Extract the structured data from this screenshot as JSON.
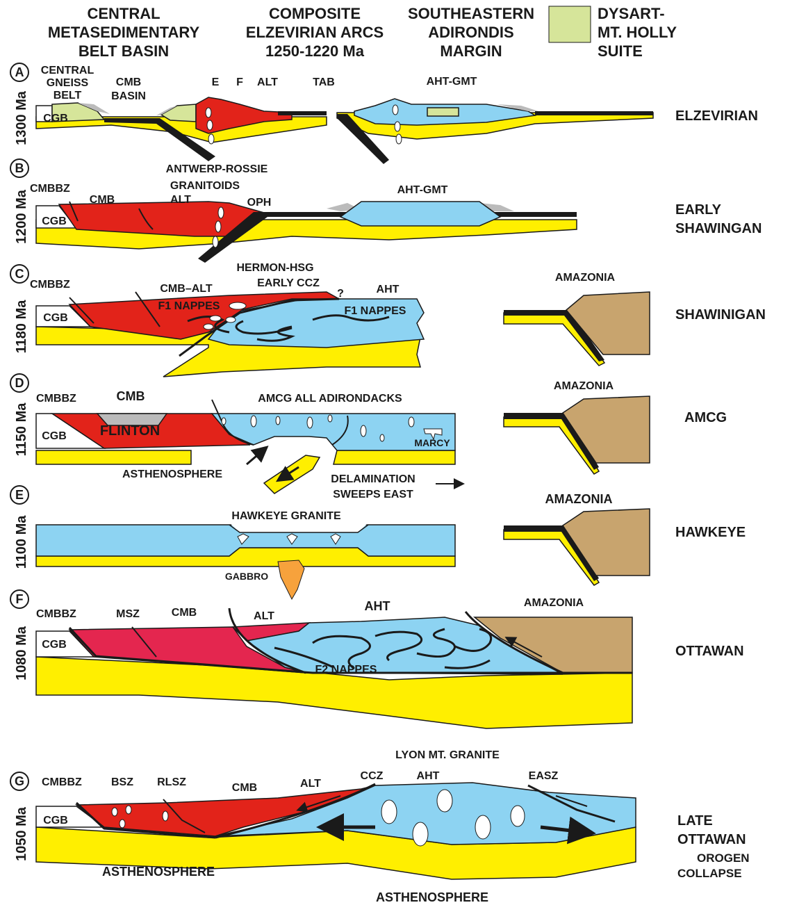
{
  "colors": {
    "crust": "#ffef00",
    "cmb": "#e2231a",
    "cmb_f": "#e4264f",
    "aht": "#8dd3f2",
    "dysart": "#d6e59a",
    "amazonia": "#c8a46e",
    "gabbro": "#f7a23c",
    "gray": "#bbbbbb",
    "line": "#1a1a1a"
  },
  "header": {
    "col1": [
      "CENTRAL",
      "METASEDIMENTARY",
      "BELT BASIN"
    ],
    "col2": [
      "COMPOSITE",
      "ELZEVIRIAN ARCS",
      "1250-1220 Ma"
    ],
    "col3": [
      "SOUTHEASTERN",
      "ADIRONDIS",
      "MARGIN"
    ],
    "legend": [
      "DYSART-",
      "MT. HOLLY",
      "SUITE"
    ]
  },
  "panels": [
    {
      "letter": "A",
      "age": "1300 Ma",
      "phase": [
        "ELZEVIRIAN"
      ],
      "labels": [
        "CENTRAL",
        "GNEISS",
        "BELT",
        "CMB",
        "BASIN",
        "E",
        "F",
        "ALT",
        "TAB",
        "AHT-GMT",
        "CGB"
      ]
    },
    {
      "letter": "B",
      "age": "1200 Ma",
      "phase": [
        "EARLY",
        "SHAWINGAN"
      ],
      "labels": [
        "CMBBZ",
        "ANTWERP-ROSSIE",
        "GRANITOIDS",
        "CMB",
        "ALT",
        "OPH",
        "AHT-GMT",
        "CGB"
      ]
    },
    {
      "letter": "C",
      "age": "1180 Ma",
      "phase": [
        "SHAWINIGAN"
      ],
      "labels": [
        "CMBBZ",
        "HERMON-HSG",
        "EARLY CCZ",
        "CMB–ALT",
        "?",
        "AHT",
        "F1 NAPPES",
        "F1 NAPPES",
        "CGB",
        "AMAZONIA"
      ]
    },
    {
      "letter": "D",
      "age": "1150 Ma",
      "phase": [
        "AMCG"
      ],
      "labels": [
        "CMBBZ",
        "CMB",
        "AMCG ALL ADIRONDACKS",
        "FLINTON",
        "CGB",
        "MARCY",
        "ASTHENOSPHERE",
        "DELAMINATION",
        "SWEEPS EAST",
        "AMAZONIA"
      ]
    },
    {
      "letter": "E",
      "age": "1100 Ma",
      "phase": [
        "HAWKEYE"
      ],
      "labels": [
        "AMAZONIA",
        "HAWKEYE GRANITE",
        "GABBRO"
      ]
    },
    {
      "letter": "F",
      "age": "1080 Ma",
      "phase": [
        "OTTAWAN"
      ],
      "labels": [
        "CMBBZ",
        "MSZ",
        "CMB",
        "ALT",
        "AHT",
        "AMAZONIA",
        "CGB",
        "F2 NAPPES"
      ]
    },
    {
      "letter": "G",
      "age": "1050 Ma",
      "phase": [
        "LATE",
        "OTTAWAN",
        "OROGEN",
        "COLLAPSE"
      ],
      "labels": [
        "LYON MT. GRANITE",
        "CMBBZ",
        "BSZ",
        "RLSZ",
        "CMB",
        "ALT",
        "CCZ",
        "AHT",
        "EASZ",
        "CGB",
        "ASTHENOSPHERE",
        "ASTHENOSPHERE"
      ]
    }
  ]
}
